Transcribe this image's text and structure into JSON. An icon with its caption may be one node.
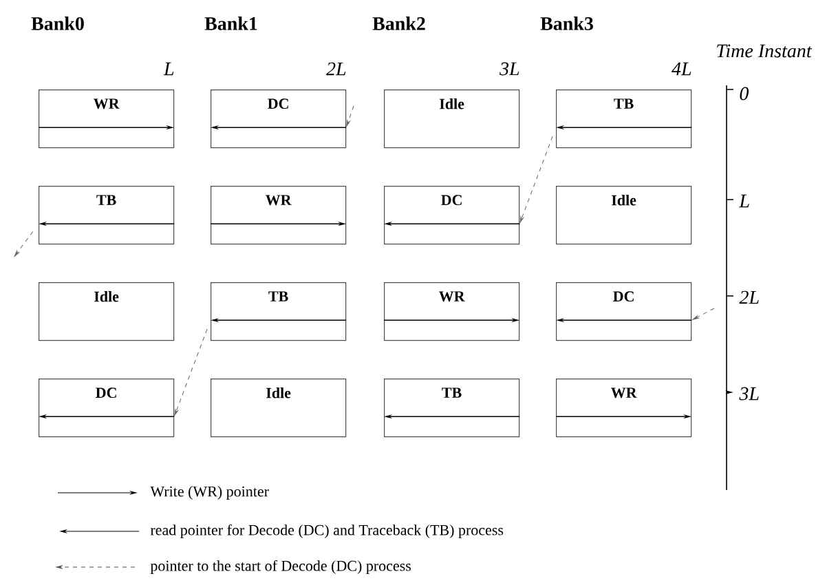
{
  "diagram": {
    "nodes": [
      {
        "text": [
          "WR"
        ]
      },
      {
        "text": [
          "DC"
        ]
      },
      {
        "text": [
          "Idle"
        ]
      },
      {
        "text": [
          "TB"
        ]
      },
      {
        "text": [
          "TB"
        ]
      },
      {
        "text": [
          "WR"
        ]
      },
      {
        "text": [
          "DC"
        ]
      },
      {
        "text": [
          "Idle"
        ]
      },
      {
        "text": [
          "Idle"
        ]
      },
      {
        "text": [
          "TB"
        ]
      },
      {
        "text": [
          "WR"
        ]
      },
      {
        "text": [
          "DC"
        ]
      },
      {
        "text": [
          "DC"
        ]
      },
      {
        "text": [
          "Idle"
        ]
      },
      {
        "text": [
          "TB"
        ]
      },
      {
        "text": [
          "WR"
        ]
      }
    ],
    "edges": [
      {
        "from": null,
        "to": 1,
        "arrow": "to",
        "style": "dashed"
      },
      {
        "from": 3,
        "to": 6,
        "arrow": "to",
        "style": "dashed"
      },
      {
        "from": 4,
        "to": null,
        "arrow": "to",
        "style": "dashed"
      },
      {
        "from": 9,
        "to": 12,
        "arrow": "to",
        "style": "dashed"
      },
      {
        "from": null,
        "to": 11,
        "arrow": "to",
        "style": "dashed"
      }
    ],
    "labels": [
      "Bank0",
      "Bank1",
      "Bank2",
      "Bank3",
      "Time Instant",
      "L",
      "2L",
      "3L",
      "4L",
      "0",
      "L",
      "2L",
      "3L"
    ],
    "legend": [
      {
        "text": "Write (WR) pointer"
      },
      {
        "text": "read pointer for Decode (DC) and Traceback (TB) process"
      },
      {
        "text": "pointer to the start of Decode (DC) process"
      }
    ]
  }
}
